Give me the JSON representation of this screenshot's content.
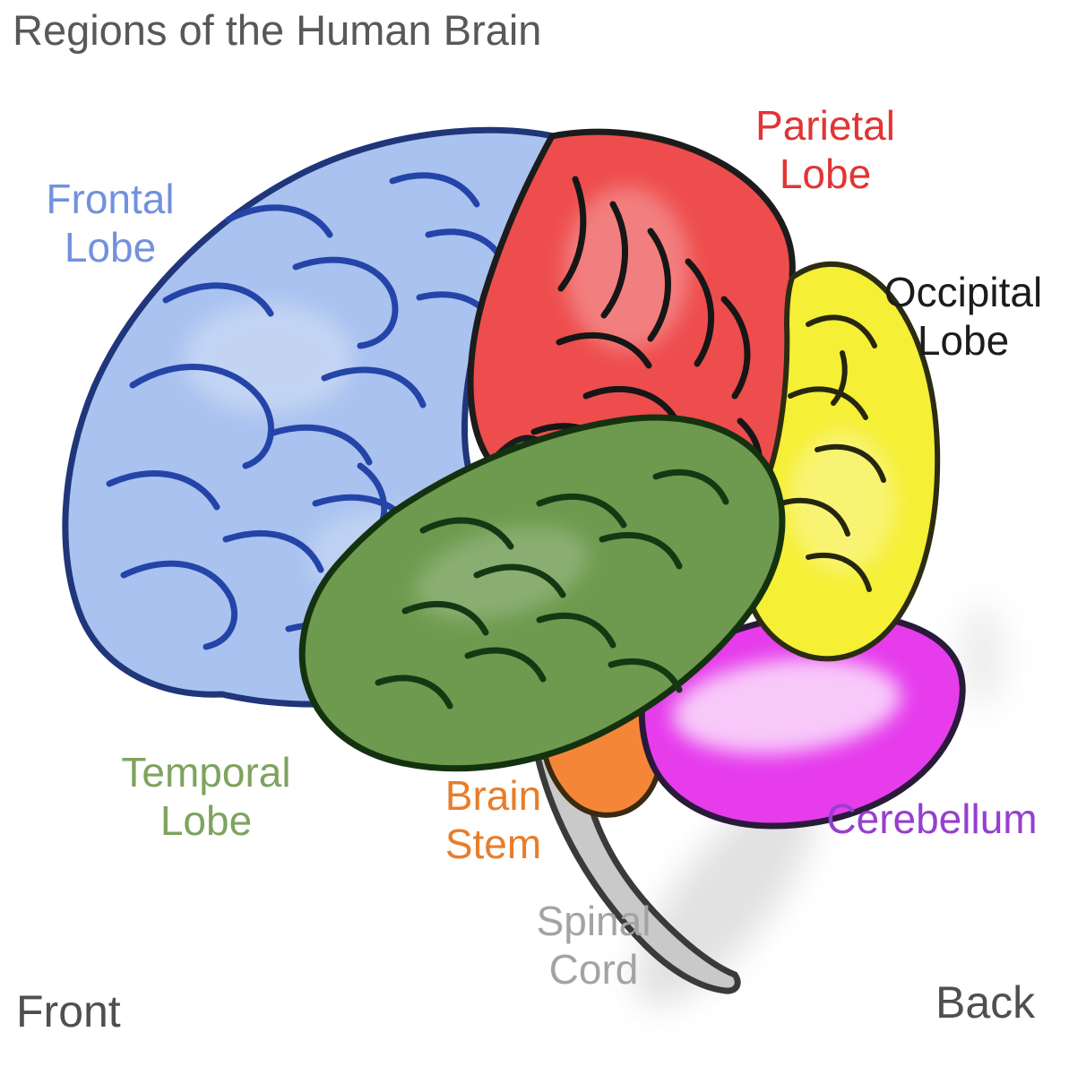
{
  "title": {
    "text": "Regions of the Human Brain",
    "color": "#585858"
  },
  "regions": {
    "frontal": {
      "name": "Frontal Lobe",
      "line1": "Frontal",
      "line2": "Lobe",
      "fill": "#a9c2ef",
      "label_color": "#7291dd"
    },
    "parietal": {
      "name": "Parietal Lobe",
      "line1": "Parietal",
      "line2": "Lobe",
      "fill": "#ee4d4d",
      "label_color": "#e23434"
    },
    "occipital": {
      "name": "Occipital Lobe",
      "line1": "Occipital",
      "line2": "Lobe",
      "fill": "#f5ef35",
      "label_color": "#1c1c1c"
    },
    "temporal": {
      "name": "Temporal Lobe",
      "line1": "Temporal",
      "line2": "Lobe",
      "fill": "#6d9a4e",
      "label_color": "#7ea35e"
    },
    "brainstem": {
      "name": "Brain Stem",
      "line1": "Brain",
      "line2": "Stem",
      "fill": "#f58638",
      "label_color": "#e87d2a"
    },
    "cerebellum": {
      "name": "Cerebellum",
      "line1": "Cerebellum",
      "fill": "#e63cec",
      "label_color": "#963fd0"
    },
    "spinalcord": {
      "name": "Spinal Cord",
      "line1": "Spinal",
      "line2": "Cord",
      "fill": "#c9c9c9",
      "label_color": "#a3a3a3"
    }
  },
  "orientation": {
    "front": "Front",
    "back": "Back",
    "color": "#4f4f4f"
  },
  "background": "#ffffff"
}
